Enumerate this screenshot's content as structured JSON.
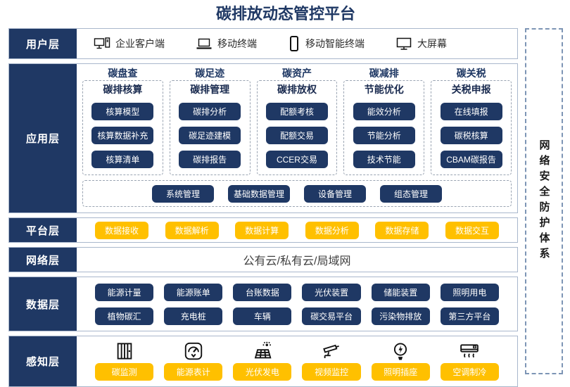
{
  "title": "碳排放动态管控平台",
  "security_sidebar": {
    "text": "网络安全防护体系"
  },
  "colors": {
    "navy": "#1F3864",
    "yellow": "#FFC000",
    "row_border": "#A9B7CC"
  },
  "layers": {
    "user": {
      "label": "用户层",
      "items": [
        {
          "icon": "desktop-pc-icon",
          "label": "企业客户端"
        },
        {
          "icon": "laptop-icon",
          "label": "移动终端"
        },
        {
          "icon": "smartphone-icon",
          "label": "移动智能终端"
        },
        {
          "icon": "monitor-icon",
          "label": "大屏幕"
        }
      ]
    },
    "app": {
      "label": "应用层",
      "columns": [
        {
          "header": "碳盘查",
          "title": "碳排核算",
          "items": [
            "核算模型",
            "核算数据补充",
            "核算清单"
          ]
        },
        {
          "header": "碳足迹",
          "title": "碳排管理",
          "items": [
            "碳排分析",
            "碳足迹建模",
            "碳排报告"
          ]
        },
        {
          "header": "碳资产",
          "title": "碳排放权",
          "items": [
            "配额考核",
            "配额交易",
            "CCER交易"
          ]
        },
        {
          "header": "碳减排",
          "title": "节能优化",
          "items": [
            "能效分析",
            "节能分析",
            "技术节能"
          ]
        },
        {
          "header": "碳关税",
          "title": "关税申报",
          "items": [
            "在线填报",
            "碳税核算",
            "CBAM碳报告"
          ]
        }
      ],
      "common_modules": [
        "系统管理",
        "基础数据管理",
        "设备管理",
        "组态管理"
      ]
    },
    "platform": {
      "label": "平台层",
      "items": [
        "数据接收",
        "数据解析",
        "数据计算",
        "数据分析",
        "数据存储",
        "数据交互"
      ]
    },
    "network": {
      "label": "网络层",
      "text": "公有云/私有云/局域网"
    },
    "data": {
      "label": "数据层",
      "row1": [
        "能源计量",
        "能源账单",
        "台账数据",
        "光伏装置",
        "储能装置",
        "照明用电"
      ],
      "row2": [
        "植物碳汇",
        "充电桩",
        "车辆",
        "碳交易平台",
        "污染物排放",
        "第三方平台"
      ]
    },
    "perception": {
      "label": "感知层",
      "items": [
        {
          "icon": "carbon-monitor-icon",
          "label": "碳监测"
        },
        {
          "icon": "energy-meter-icon",
          "label": "能源表计"
        },
        {
          "icon": "solar-panel-icon",
          "label": "光伏发电"
        },
        {
          "icon": "cctv-camera-icon",
          "label": "视频监控"
        },
        {
          "icon": "light-bulb-icon",
          "label": "照明插座"
        },
        {
          "icon": "air-conditioner-icon",
          "label": "空调制冷"
        }
      ]
    }
  }
}
